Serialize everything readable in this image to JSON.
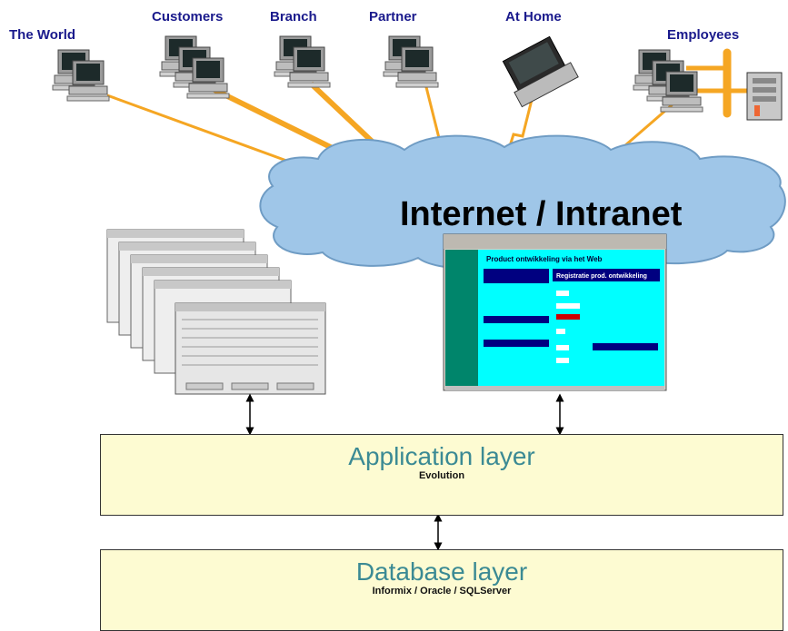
{
  "nodes": {
    "the_world": "The World",
    "customers": "Customers",
    "branch": "Branch",
    "partner": "Partner",
    "at_home": "At Home",
    "employees": "Employees"
  },
  "network": {
    "label": "Internet / Intranet"
  },
  "web_screen": {
    "title": "Product ontwikkeling via het Web",
    "panel_title": "Registratie prod. ontwikkeling"
  },
  "application_layer": {
    "title": "Application layer",
    "subtitle": "Evolution"
  },
  "database_layer": {
    "title": "Database layer",
    "subtitle": "Informix / Oracle / SQLServer"
  },
  "colors": {
    "link": "#f5a623",
    "cloud": "#9fc6e8",
    "layer_fill": "#fdfbd2",
    "layer_title": "#3b8a94",
    "label": "#1a1a8c"
  }
}
